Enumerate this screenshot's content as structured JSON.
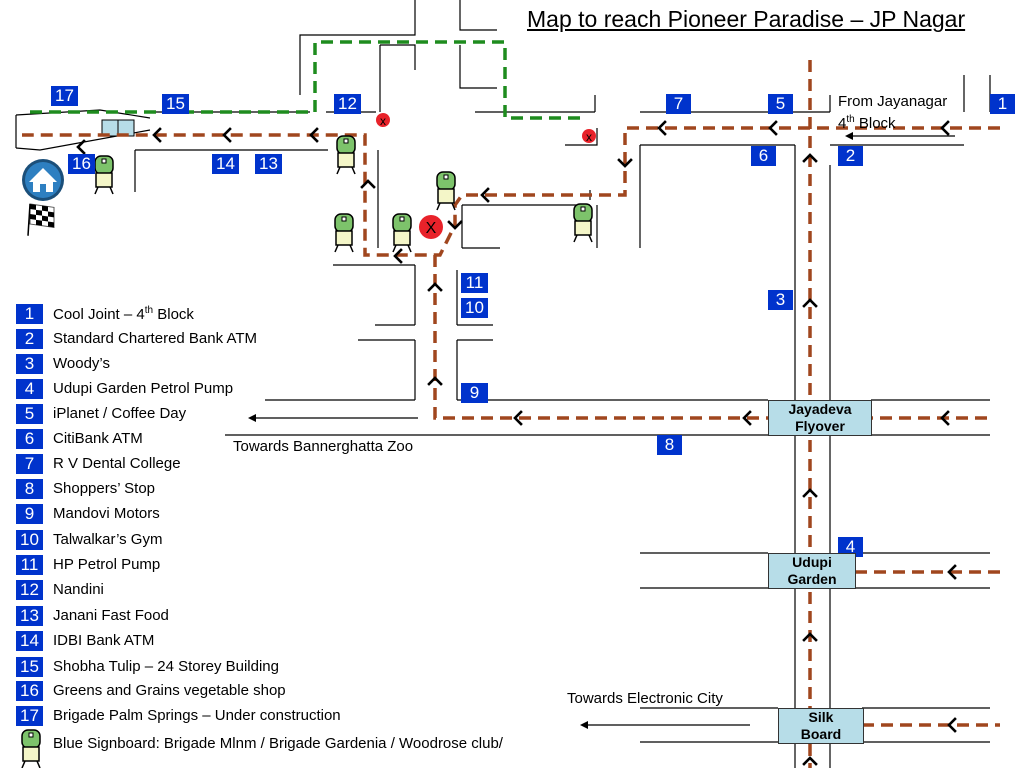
{
  "title": "Map to reach Pioneer Paradise – JP Nagar",
  "map_labels": {
    "from_jayanagar_line1": "From Jayanagar",
    "from_jayanagar_line2_prefix": "4",
    "from_jayanagar_line2_sup": "th",
    "from_jayanagar_line2_suffix": " Block",
    "towards_zoo": "Towards Bannerghatta Zoo",
    "towards_electronic_city": "Towards Electronic City"
  },
  "junctions": {
    "jayadeva_line1": "Jayadeva",
    "jayadeva_line2": "Flyover",
    "udupi_line1": "Udupi",
    "udupi_line2": "Garden",
    "silk_line1": "Silk",
    "silk_line2": "Board"
  },
  "markers": {
    "m1": "1",
    "m2": "2",
    "m3": "3",
    "m4": "4",
    "m5": "5",
    "m6": "6",
    "m7": "7",
    "m8": "8",
    "m9": "9",
    "m10": "10",
    "m11": "11",
    "m12": "12",
    "m13": "13",
    "m14": "14",
    "m15": "15",
    "m16": "16",
    "m17": "17"
  },
  "legend": [
    {
      "num": "1",
      "text": "Cool Joint – 4th Block"
    },
    {
      "num": "2",
      "text": "Standard Chartered Bank ATM"
    },
    {
      "num": "3",
      "text": "Woody’s"
    },
    {
      "num": "4",
      "text": "Udupi Garden Petrol Pump"
    },
    {
      "num": "5",
      "text": "iPlanet / Coffee Day"
    },
    {
      "num": "6",
      "text": "CitiBank ATM"
    },
    {
      "num": "7",
      "text": "R V Dental College"
    },
    {
      "num": "8",
      "text": "Shoppers’ Stop"
    },
    {
      "num": "9",
      "text": "Mandovi Motors"
    },
    {
      "num": "10",
      "text": "Talwalkar’s Gym"
    },
    {
      "num": "11",
      "text": "HP Petrol Pump"
    },
    {
      "num": "12",
      "text": "Nandini"
    },
    {
      "num": "13",
      "text": "Janani Fast Food"
    },
    {
      "num": "14",
      "text": "IDBI Bank ATM"
    },
    {
      "num": "15",
      "text": "Shobha Tulip – 24 Storey Building"
    },
    {
      "num": "16",
      "text": "Greens and Grains vegetable shop"
    },
    {
      "num": "17",
      "text": "Brigade Palm Springs – Under construction"
    }
  ],
  "legend_1_prefix": "Cool Joint – 4",
  "legend_1_sup": "th",
  "legend_1_suffix": " Block",
  "signboard_legend": "Blue Signboard: Brigade Mlnm / Brigade Gardenia / Woodrose club/",
  "icons": [
    "home-icon",
    "checkered-flag-icon",
    "signboard-icon",
    "no-entry-icon",
    "direction-arrow-icon"
  ],
  "colors": {
    "route_brown": "#a0461e",
    "route_green": "#1e8c1e",
    "marker_blue": "#0033cc",
    "junction_fill": "#b7dde8",
    "no_entry_red": "#e8222a",
    "signboard_green": "#7dc36b"
  }
}
